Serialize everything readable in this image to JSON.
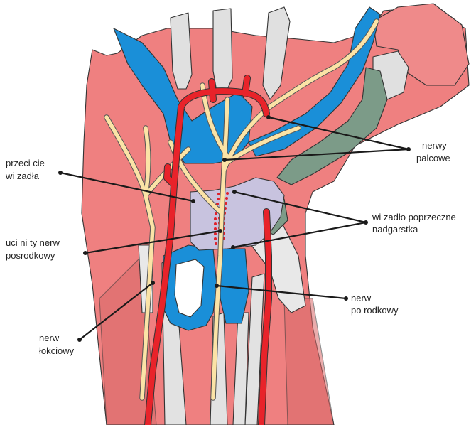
{
  "labels": {
    "nerwy_palcowe": [
      "nerwy",
      "palcowe"
    ],
    "przeciecie": [
      "przeci cie",
      "wi zadła"
    ],
    "wiezadlo": [
      "wi zadło poprzeczne",
      "nadgarstka"
    ],
    "nerw_posrodkowy_uc": [
      "uci ni ty nerw",
      "posrodkowy"
    ],
    "nerw_posrodkowy": [
      "nerw",
      "po rodkowy"
    ],
    "nerw_lokciowy": [
      "nerw",
      "łokciowy"
    ]
  },
  "colors": {
    "muscle": "#ef8080",
    "muscle_dark": "#d96a6a",
    "tendon_blue": "#1a8fd8",
    "artery_red": "#e8232a",
    "nerve_yellow": "#fbe3a6",
    "bone_gray": "#e0e0e0",
    "bone_green": "#7c9b88",
    "ligament": "#c8c3df",
    "cut_dots": "#e0202a"
  }
}
